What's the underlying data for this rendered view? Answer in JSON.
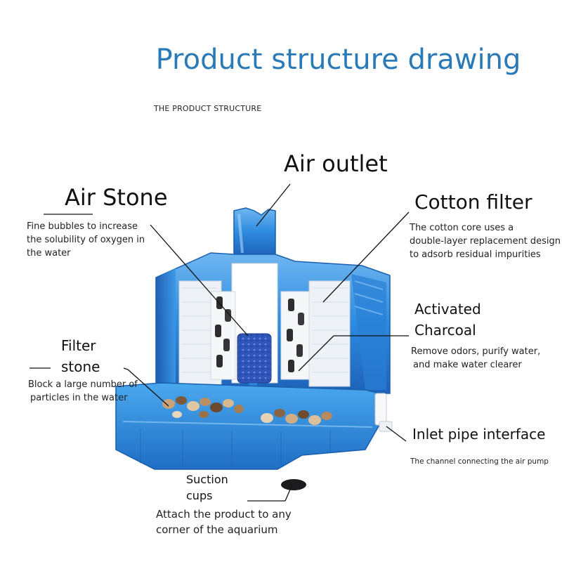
{
  "title": "Product structure drawing",
  "subtitle": "THE PRODUCT STRUCTURE",
  "labels": {
    "air_outlet": {
      "name": "Air outlet"
    },
    "air_stone": {
      "name": "Air Stone",
      "desc_line1": "Fine bubbles to increase",
      "desc_line2": "the solubility of oxygen in",
      "desc_line3": "the water"
    },
    "cotton_filter": {
      "name": "Cotton filter",
      "desc_line1": "The cotton core uses a",
      "desc_line2": "double-layer replacement design",
      "desc_line3": "to adsorb residual impurities"
    },
    "activated_charcoal": {
      "name_line1": "Activated",
      "name_line2": "Charcoal",
      "desc_line1": "Remove odors, purify water,",
      "desc_line2": "and make water clearer"
    },
    "filter_stone": {
      "name_line1": "Filter",
      "name_line2": "stone",
      "desc_line1": "Block a large number of",
      "desc_line2": "particles in the water"
    },
    "inlet_pipe": {
      "name": "Inlet pipe interface",
      "desc": "The channel connecting the air pump"
    },
    "suction_cups": {
      "name_line1": "Suction",
      "name_line2": "cups",
      "desc_line1": "Attach the product to any",
      "desc_line2": "corner of the aquarium"
    }
  },
  "colors": {
    "title": "#2a7ab8",
    "housing": "#2f8fe0",
    "housing_dark": "#1a5fae",
    "cotton": "#f2f4f7",
    "charcoal": "#2e2e30",
    "air_stone": "#2b4fb3",
    "gravel": "#c9a27a"
  }
}
